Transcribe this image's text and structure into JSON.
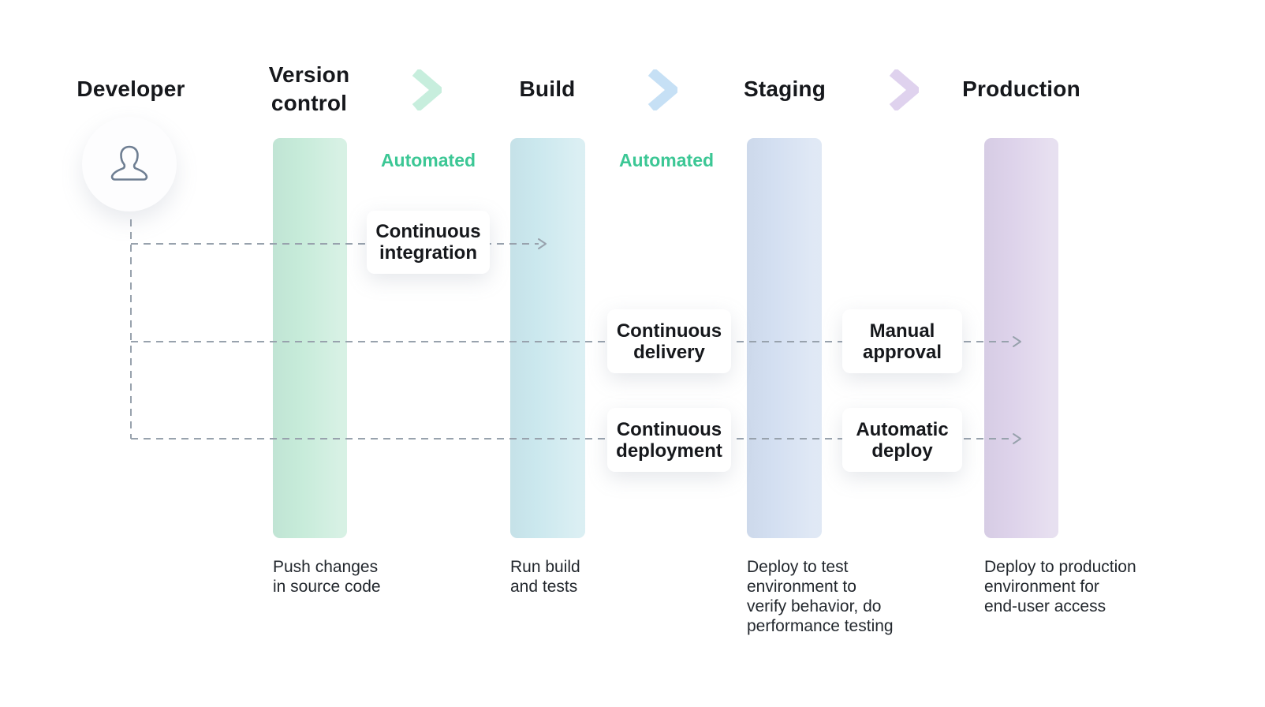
{
  "stages": {
    "developer": {
      "label": "Developer"
    },
    "version_control": {
      "label": "Version\ncontrol",
      "description": "Push changes\nin source code"
    },
    "build": {
      "label": "Build",
      "description": "Run build\nand tests"
    },
    "staging": {
      "label": "Staging",
      "description": "Deploy to test\nenvironment to\nverify behavior, do\nperformance testing"
    },
    "production": {
      "label": "Production",
      "description": "Deploy to production\nenvironment for\nend-user access"
    }
  },
  "annotations": {
    "automated_1": "Automated",
    "automated_2": "Automated"
  },
  "flows": {
    "continuous_integration": {
      "label": "Continuous\nintegration"
    },
    "continuous_delivery": {
      "label": "Continuous\ndelivery"
    },
    "manual_approval": {
      "label": "Manual\napproval"
    },
    "continuous_deployment": {
      "label": "Continuous\ndeployment"
    },
    "automatic_deploy": {
      "label": "Automatic\ndeploy"
    }
  },
  "icons": {
    "developer_avatar": "person-icon",
    "stage_separator": "chevron-right-icon"
  },
  "colors": {
    "bar_version_control": "#c6ebd9",
    "bar_build": "#cbe8ee",
    "bar_staging": "#d3dff1",
    "bar_production": "#ddd2ea",
    "chevron_1": "#c7eedd",
    "chevron_2": "#c6e0f5",
    "chevron_3": "#dfd2ee",
    "automated": "#3cc795",
    "dashed_line": "#98a2ad"
  }
}
